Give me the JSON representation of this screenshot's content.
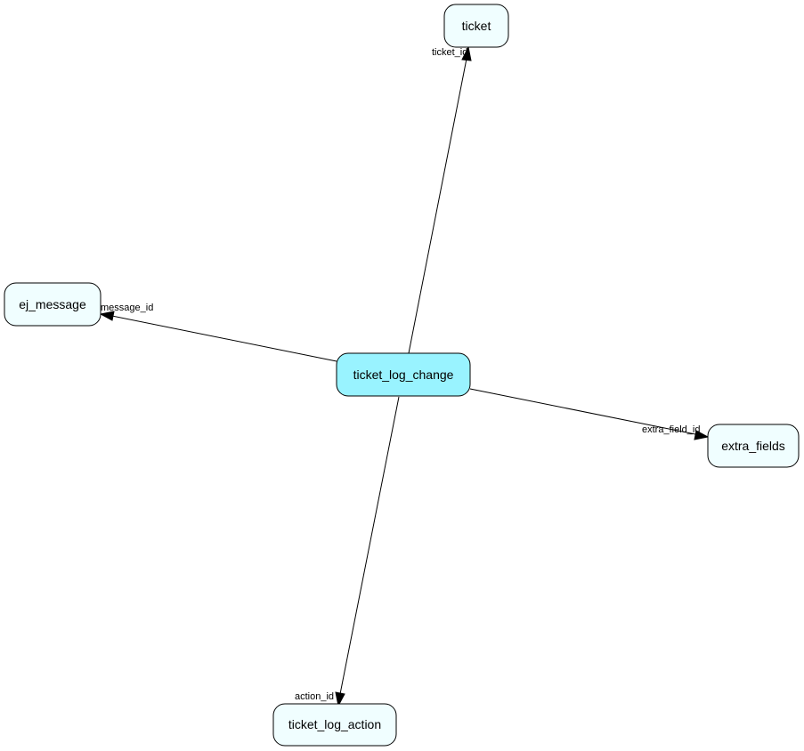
{
  "colors": {
    "center_fill": "#99f3ff",
    "table_fill": "#f0feff",
    "stroke": "#000000"
  },
  "nodes": {
    "center": "ticket_log_change",
    "ticket": "ticket",
    "ej_message": "ej_message",
    "extra_fields": "extra_fields",
    "ticket_log_action": "ticket_log_action"
  },
  "edges": {
    "ticket": "ticket_id",
    "ej_message": "message_id",
    "extra_fields": "extra_field_id",
    "ticket_log_action": "action_id"
  }
}
